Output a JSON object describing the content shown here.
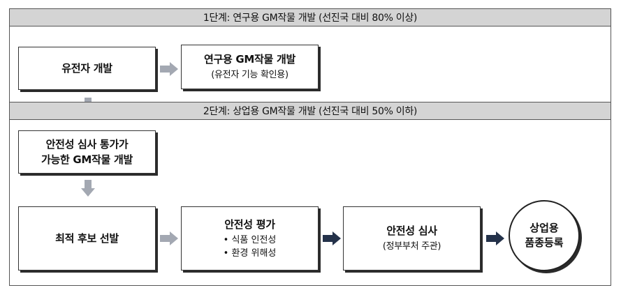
{
  "stages": [
    {
      "title": "1단계: 연구용 GM작물 개발 (선진국 대비 80% 이상)"
    },
    {
      "title": "2단계: 상업용 GM작물 개발 (선진국 대비 50% 이하)"
    }
  ],
  "stage1": {
    "gene_dev": "유전자 개발",
    "research_gm": {
      "main": "연구용 GM작물 개발",
      "sub": "(유전자 기능 확인용)"
    }
  },
  "stage2": {
    "safety_pass": {
      "line1": "안전성 심사 통가가",
      "line2": "가능한 GM작물 개발"
    },
    "candidate": "최적 후보 선발",
    "safety_eval": {
      "main": "안전성 평가",
      "bullets": [
        "식품 인전성",
        "환경 위해성"
      ]
    },
    "safety_review": {
      "main": "안전성 심사",
      "sub": "(정부부처 주관)"
    },
    "registration": {
      "line1": "상업용",
      "line2": "품종등록"
    }
  },
  "colors": {
    "gray_arrow": "#a3a8b2",
    "dark_arrow": "#24324a",
    "stage_bar": "#d4d4d4"
  }
}
